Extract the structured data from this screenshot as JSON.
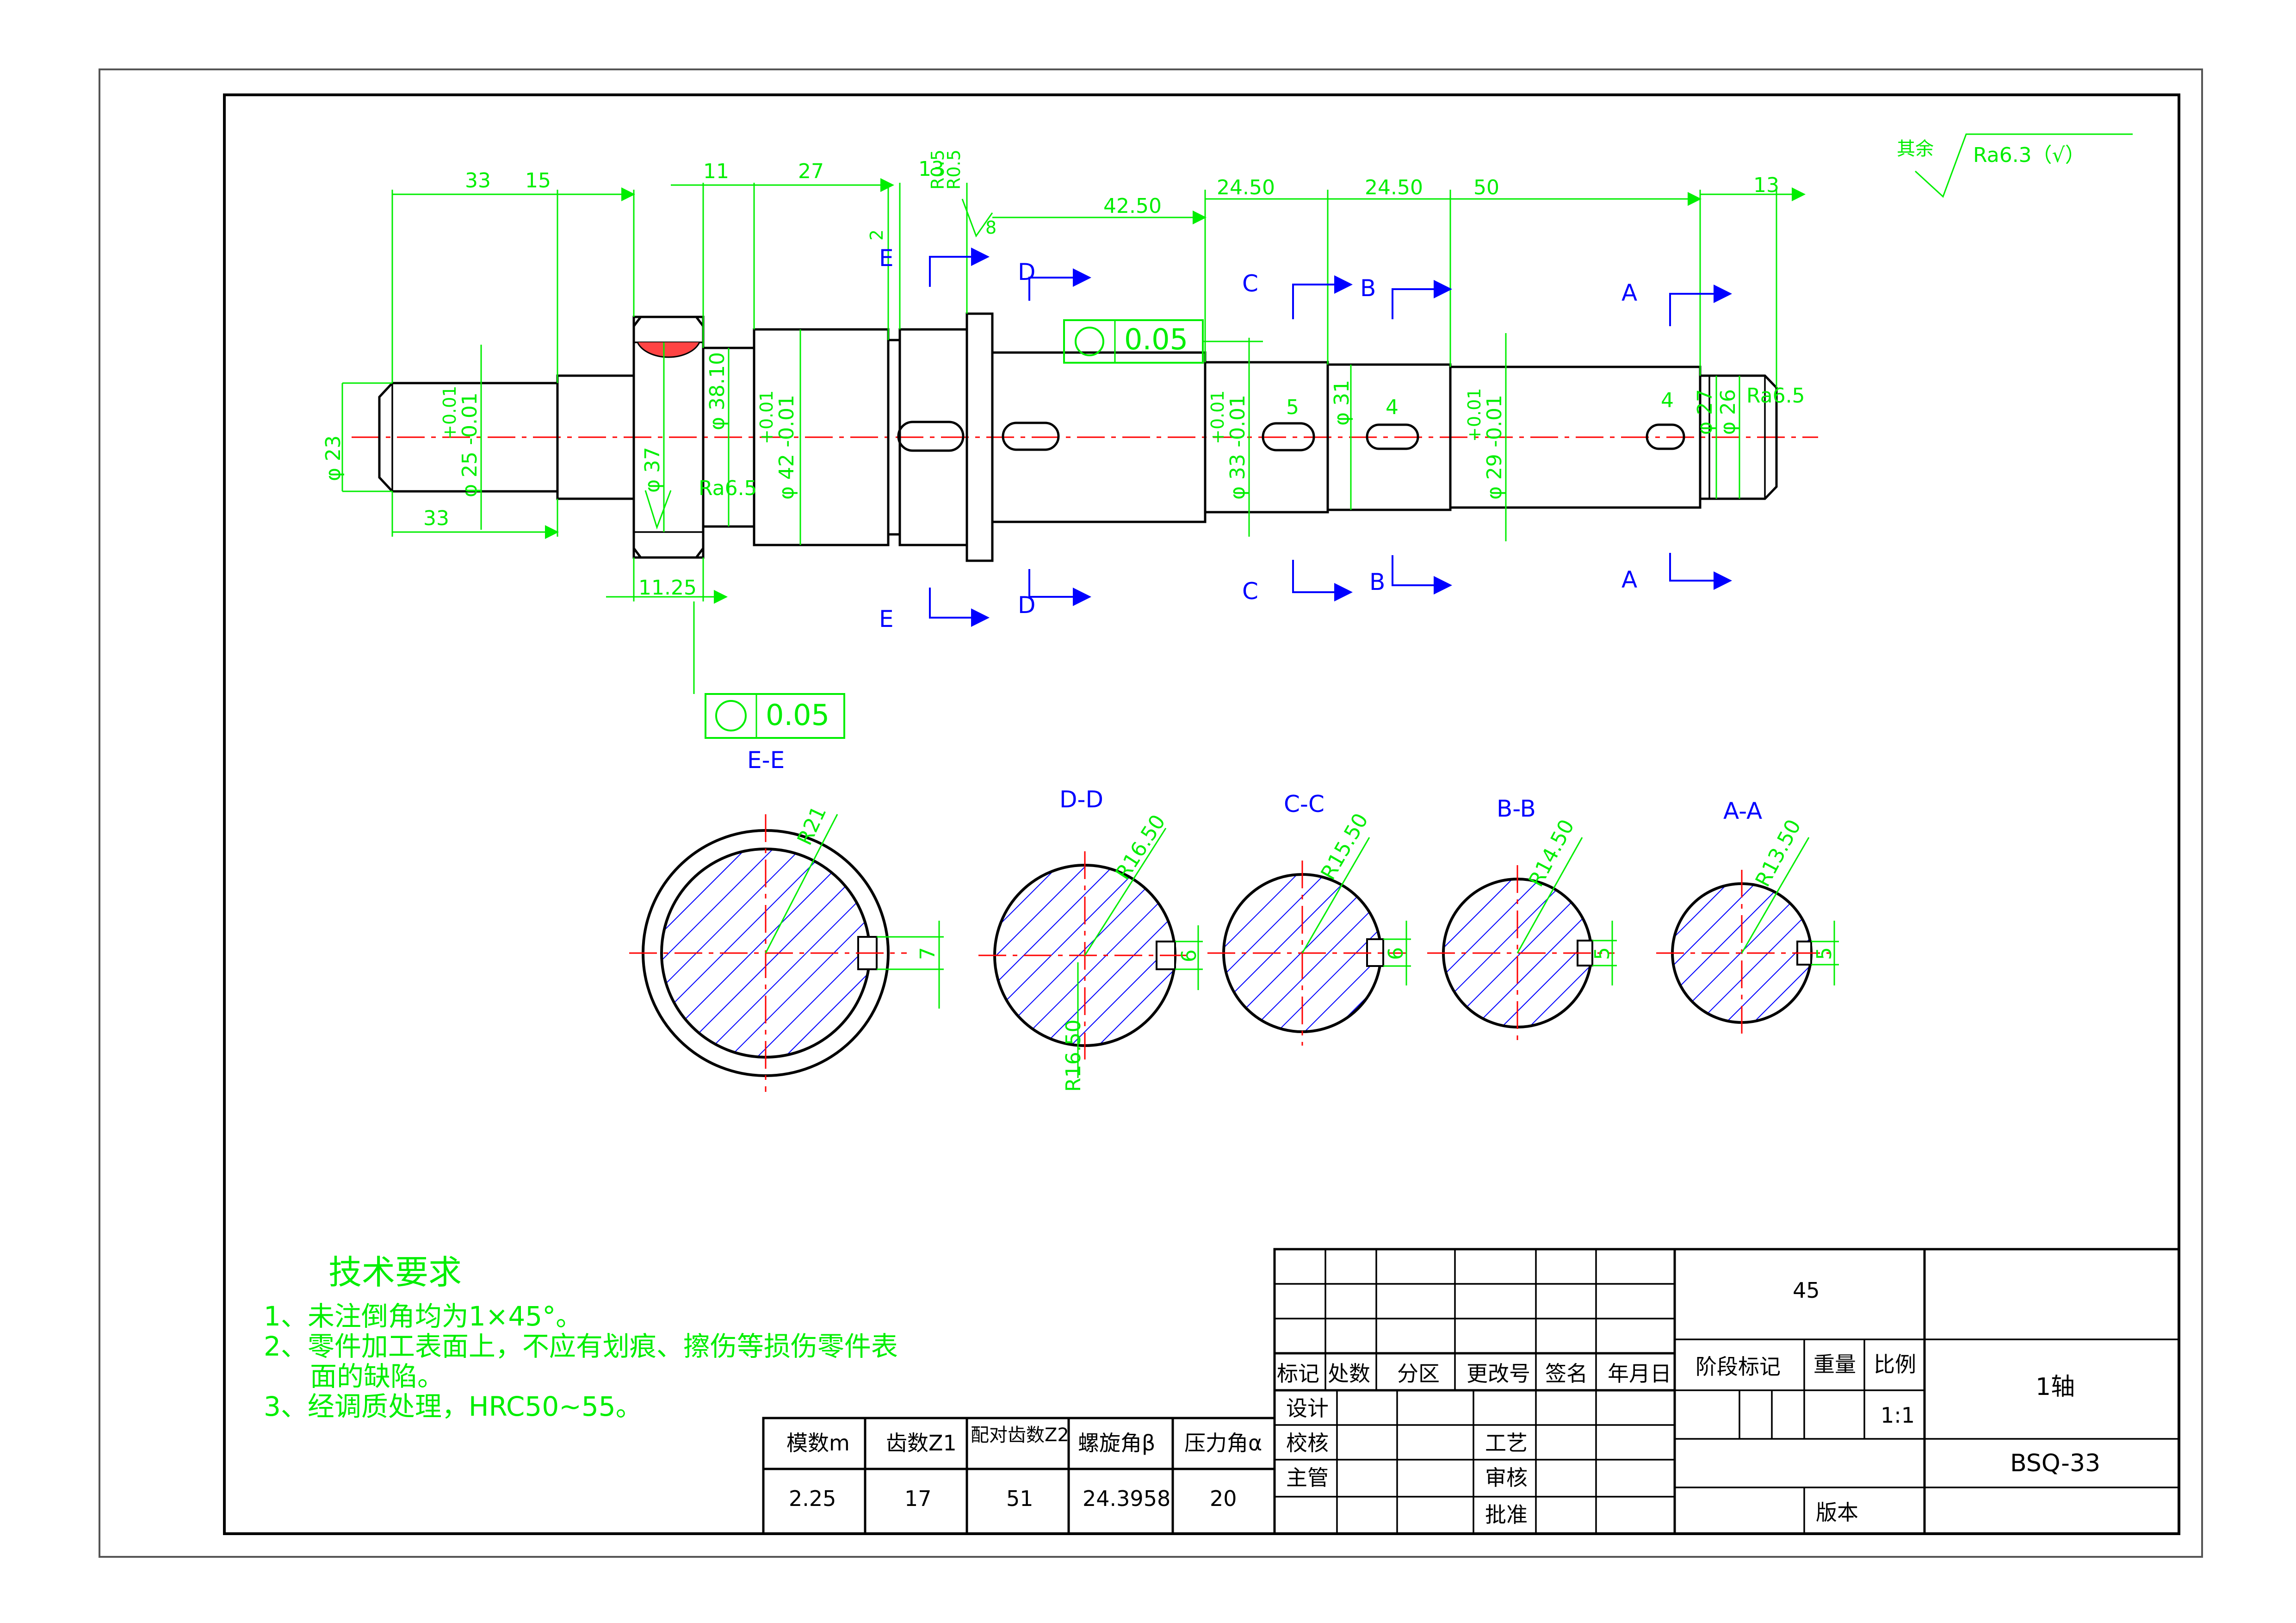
{
  "surface_finish": {
    "label": "其余",
    "value": "Ra6.3（√）"
  },
  "tolerance_frame_1": {
    "value": "0.05"
  },
  "tolerance_frame_2": {
    "value": "0.05"
  },
  "top_dimensions": [
    "33",
    "15",
    "11",
    "27",
    "13",
    "2",
    "42.50",
    "24.50",
    "24.50",
    "50",
    "13"
  ],
  "top_small_labels": [
    "R0.5",
    "R0.5",
    "8"
  ],
  "bottom_dimensions": [
    "33",
    "11.25"
  ],
  "diameters": [
    "φ 23",
    "+0.01",
    "φ 25 -0.01",
    "φ 37",
    "φ 38.10",
    "+0.01",
    "φ 42 -0.01",
    "+0.01",
    "φ 33 -0.01",
    "φ 31",
    "+0.01",
    "φ 29 -0.01",
    "φ 27",
    "φ 26"
  ],
  "roughness_marks": [
    "Ra6.5",
    "Ra6.5"
  ],
  "key_widths": [
    "5",
    "4",
    "4"
  ],
  "section_letters": [
    "E",
    "D",
    "C",
    "B",
    "A"
  ],
  "section_titles": [
    "E-E",
    "D-D",
    "C-C",
    "B-B",
    "A-A"
  ],
  "section_radii": [
    "R21",
    "R16.50",
    "R15.50",
    "R14.50",
    "R13.50"
  ],
  "extra_radius": "R16.50",
  "section_keys": [
    "7",
    "6",
    "6",
    "5",
    "5"
  ],
  "tech_requirements": {
    "title": "技术要求",
    "lines": [
      "1、未注倒角均为1×45°。",
      "2、零件加工表面上，不应有划痕、擦伤等损伤零件表",
      "面的缺陷。",
      "3、经调质处理，HRC50~55。"
    ]
  },
  "gear_table": {
    "headers": [
      "模数m",
      "齿数Z1",
      "配对齿数Z2",
      "螺旋角β",
      "压力角α"
    ],
    "values": [
      "2.25",
      "17",
      "51",
      "24.3958",
      "20"
    ]
  },
  "title_block": {
    "material": "45",
    "part_name": "1轴",
    "drawing_number": "BSQ-33",
    "scale": "1:1",
    "labels": {
      "mark": "标记",
      "count": "处数",
      "zone": "分区",
      "change_no": "更改号",
      "sign": "签名",
      "date": "年月日",
      "design": "设计",
      "check": "校核",
      "chief": "主管",
      "process": "工艺",
      "review": "审核",
      "approve": "批准",
      "stage": "阶段标记",
      "weight": "重量",
      "scale_label": "比例",
      "version": "版本"
    }
  },
  "colors": {
    "outline": "#000000",
    "dimension": "#00ee00",
    "centerline": "#ff0000",
    "section": "#0000ff"
  }
}
